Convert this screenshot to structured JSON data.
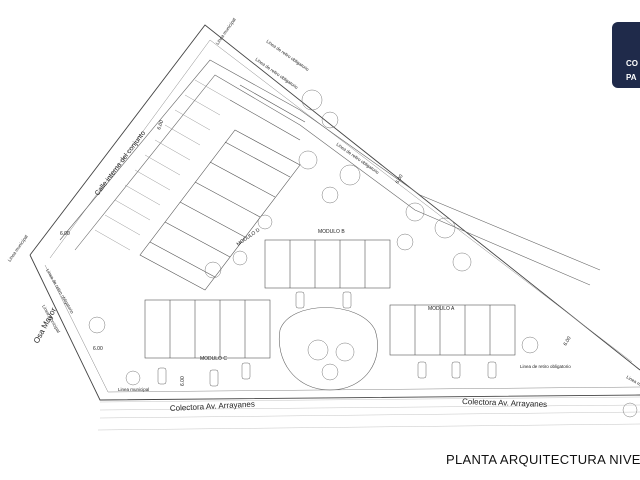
{
  "title": "PLANTA ARQUITECTURA NIVE",
  "badge": {
    "line1": "CO",
    "line2": "PA",
    "color": "#1f2a4a"
  },
  "streets": {
    "colectora_left": "Colectora Av. Arrayanes",
    "colectora_right": "Colectora Av. Arrayanes",
    "osa_mayor": "Osa Mayor",
    "calle_interna": "Calle interna del conjunto"
  },
  "boundary_labels": {
    "linea_municipal_top": "Linea municipal",
    "linea_retiro_top": "Linea de retiro obligatorio",
    "linea_retiro_top2": "Linea de retiro obligatorio",
    "linea_municipal_left": "Linea municipal",
    "linea_retiro_left": "Linea de retiro obligatorio",
    "linea_municipal_left2": "Linea municipal",
    "linea_municipal_bottom": "Linea municipal",
    "linea_retiro_right": "Linea de retiro obligatorio",
    "linea_retiro_right2": "Linea de retiro obligatorio",
    "linea_municipal_right": "Linea municipal"
  },
  "modules": {
    "a": "MODULO A",
    "b": "MODULO B",
    "c": "MODULO C",
    "d": "MODULO D"
  },
  "dimensions": {
    "d1": "6.00",
    "d2": "6.00",
    "d3": "6.00",
    "d4": "6.00",
    "d5": "6.00",
    "d6": "6.00"
  },
  "colors": {
    "line": "#333333",
    "light": "#9a9a9a",
    "background": "#ffffff"
  }
}
